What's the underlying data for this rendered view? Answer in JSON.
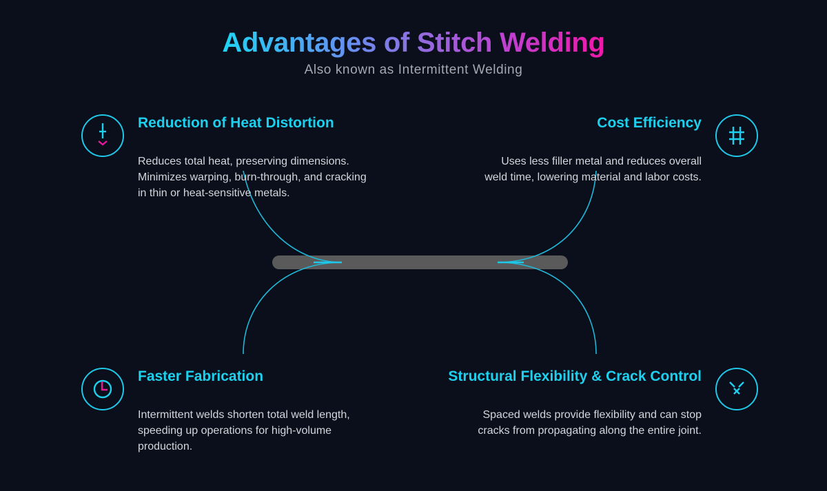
{
  "header": {
    "title": "Advantages of Stitch Welding",
    "subtitle": "Also known as Intermittent Welding"
  },
  "colors": {
    "background": "#0a0f1b",
    "accent_cyan": "#1fd0ee",
    "accent_magenta": "#e8189e",
    "bar": "#5a5a5a",
    "body_text": "#d3d6db"
  },
  "advantages": [
    {
      "position": "top-left",
      "icon": "heat-distortion-icon",
      "title": "Reduction of Heat Distortion",
      "body": [
        "Reduces total heat, preserving dimensions.",
        "Minimizes warping, burn-through, and cracking",
        "in thin or heat-sensitive metals."
      ]
    },
    {
      "position": "top-right",
      "icon": "hash-icon",
      "title": "Cost Efficiency",
      "body": [
        "Uses less filler metal and reduces overall",
        "weld time, lowering material and labor costs."
      ]
    },
    {
      "position": "bottom-left",
      "icon": "clock-icon",
      "title": "Faster Fabrication",
      "body": [
        "Intermittent welds shorten total weld length,",
        "speeding up operations for high-volume",
        "production."
      ]
    },
    {
      "position": "bottom-right",
      "icon": "crack-control-icon",
      "title": "Structural Flexibility & Crack Control",
      "body": [
        "Spaced welds provide flexibility and can stop",
        "cracks from propagating along the entire joint."
      ]
    }
  ]
}
